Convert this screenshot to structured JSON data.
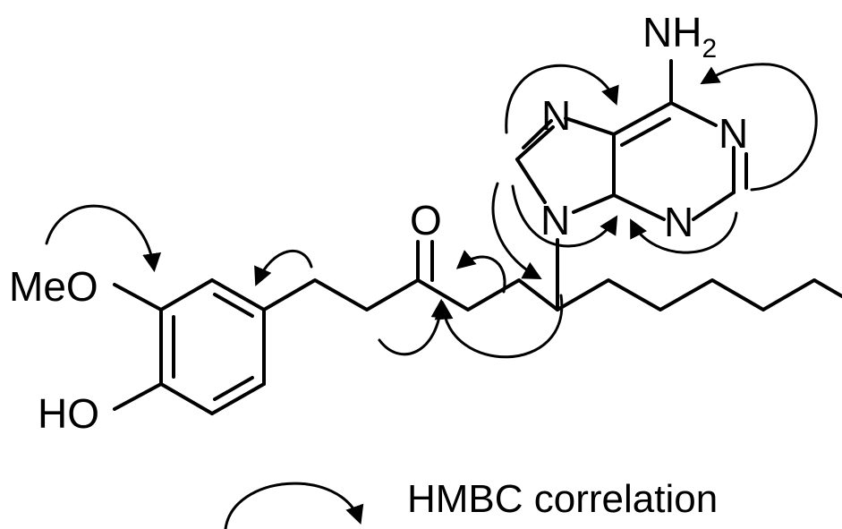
{
  "atoms": {
    "meo": "MeO",
    "ho": "HO",
    "o": "O",
    "n9": "N",
    "n7": "N",
    "n1": "N",
    "n3": "N",
    "nh2": "NH",
    "nh2_sub": "2"
  },
  "legend": {
    "label": "HMBC correlation"
  }
}
